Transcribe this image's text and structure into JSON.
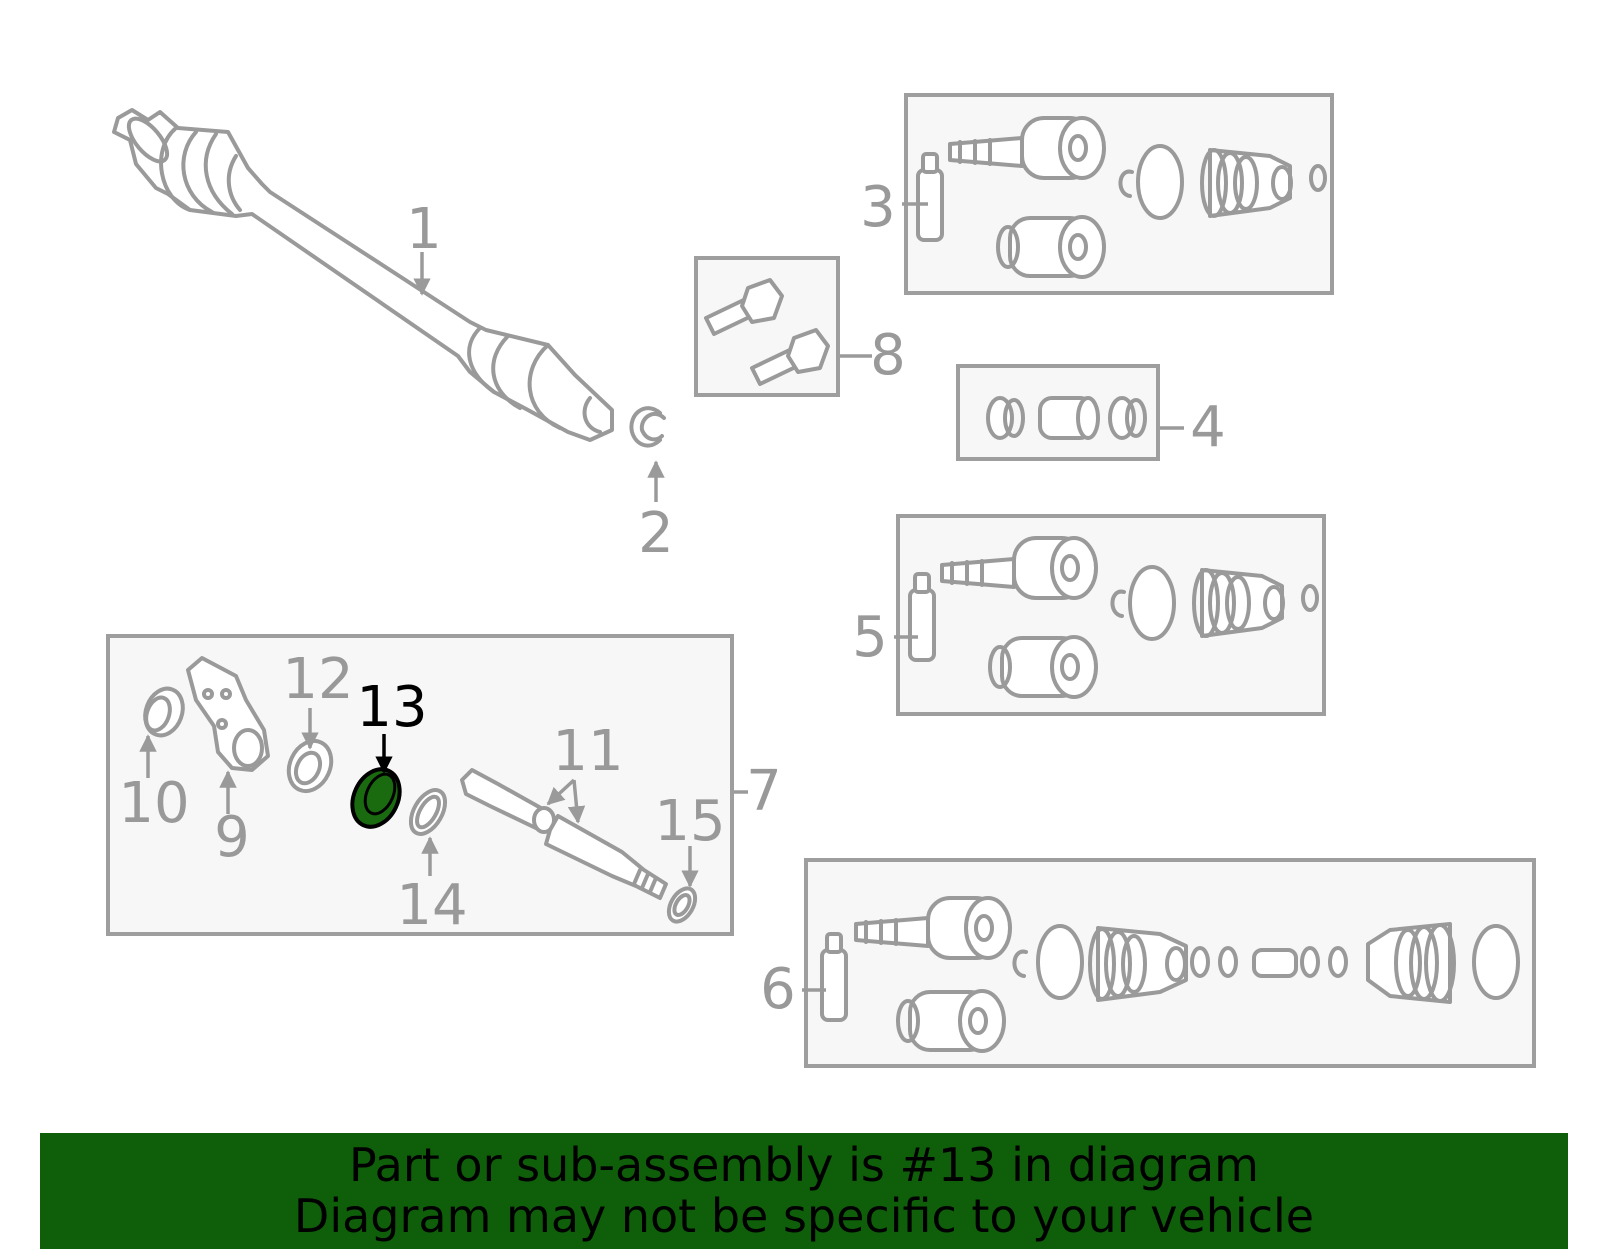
{
  "colors": {
    "footer_background": "#0f5f0a",
    "highlight_part": "#1a6b10",
    "part_line": "#9a9a9a",
    "box_fill": "#f7f7f7"
  },
  "callouts": {
    "c1": "1",
    "c2": "2",
    "c3": "3",
    "c4": "4",
    "c5": "5",
    "c6": "6",
    "c7": "7",
    "c8": "8",
    "c9": "9",
    "c10": "10",
    "c11": "11",
    "c12": "12",
    "c13": "13",
    "c14": "14",
    "c15": "15"
  },
  "highlighted_callout": "13",
  "footer": {
    "line1": "Part or sub-assembly is #13 in diagram",
    "line2": "Diagram may not be specific to your vehicle"
  }
}
